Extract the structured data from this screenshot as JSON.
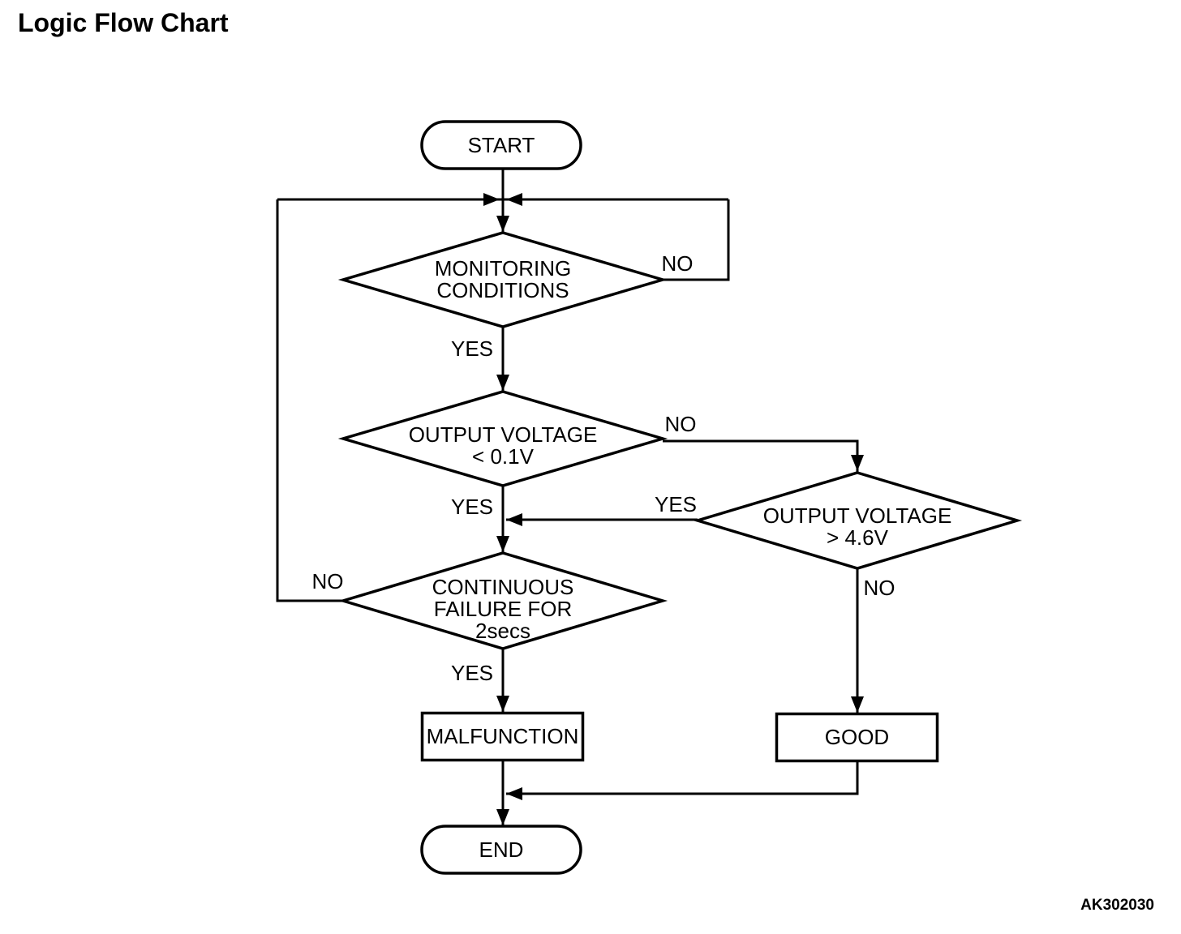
{
  "title": "Logic Flow Chart",
  "figure_code": "AK302030",
  "flowchart": {
    "nodes": {
      "start": {
        "type": "terminator",
        "label": "START"
      },
      "monitoring": {
        "type": "decision",
        "label": "MONITORING\nCONDITIONS"
      },
      "voltage_low": {
        "type": "decision",
        "label": "OUTPUT VOLTAGE\n< 0.1V"
      },
      "voltage_high": {
        "type": "decision",
        "label": "OUTPUT VOLTAGE\n> 4.6V"
      },
      "continuous_failure": {
        "type": "decision",
        "label": "CONTINUOUS\nFAILURE FOR\n2secs"
      },
      "malfunction": {
        "type": "process",
        "label": "MALFUNCTION"
      },
      "good": {
        "type": "process",
        "label": "GOOD"
      },
      "end": {
        "type": "terminator",
        "label": "END"
      }
    },
    "edge_labels": {
      "monitoring_yes": "YES",
      "monitoring_no": "NO",
      "voltage_low_yes": "YES",
      "voltage_low_no": "NO",
      "voltage_high_yes": "YES",
      "voltage_high_no": "NO",
      "continuous_failure_yes": "YES",
      "continuous_failure_no": "NO"
    },
    "edges": [
      {
        "from": "start",
        "to": "monitoring",
        "label": ""
      },
      {
        "from": "monitoring",
        "to": "voltage_low",
        "label": "YES"
      },
      {
        "from": "monitoring",
        "to": "monitoring",
        "label": "NO"
      },
      {
        "from": "voltage_low",
        "to": "continuous_failure",
        "label": "YES"
      },
      {
        "from": "voltage_low",
        "to": "voltage_high",
        "label": "NO"
      },
      {
        "from": "voltage_high",
        "to": "continuous_failure",
        "label": "YES"
      },
      {
        "from": "voltage_high",
        "to": "good",
        "label": "NO"
      },
      {
        "from": "continuous_failure",
        "to": "malfunction",
        "label": "YES"
      },
      {
        "from": "continuous_failure",
        "to": "monitoring",
        "label": "NO"
      },
      {
        "from": "malfunction",
        "to": "end",
        "label": ""
      },
      {
        "from": "good",
        "to": "end",
        "label": ""
      }
    ]
  }
}
